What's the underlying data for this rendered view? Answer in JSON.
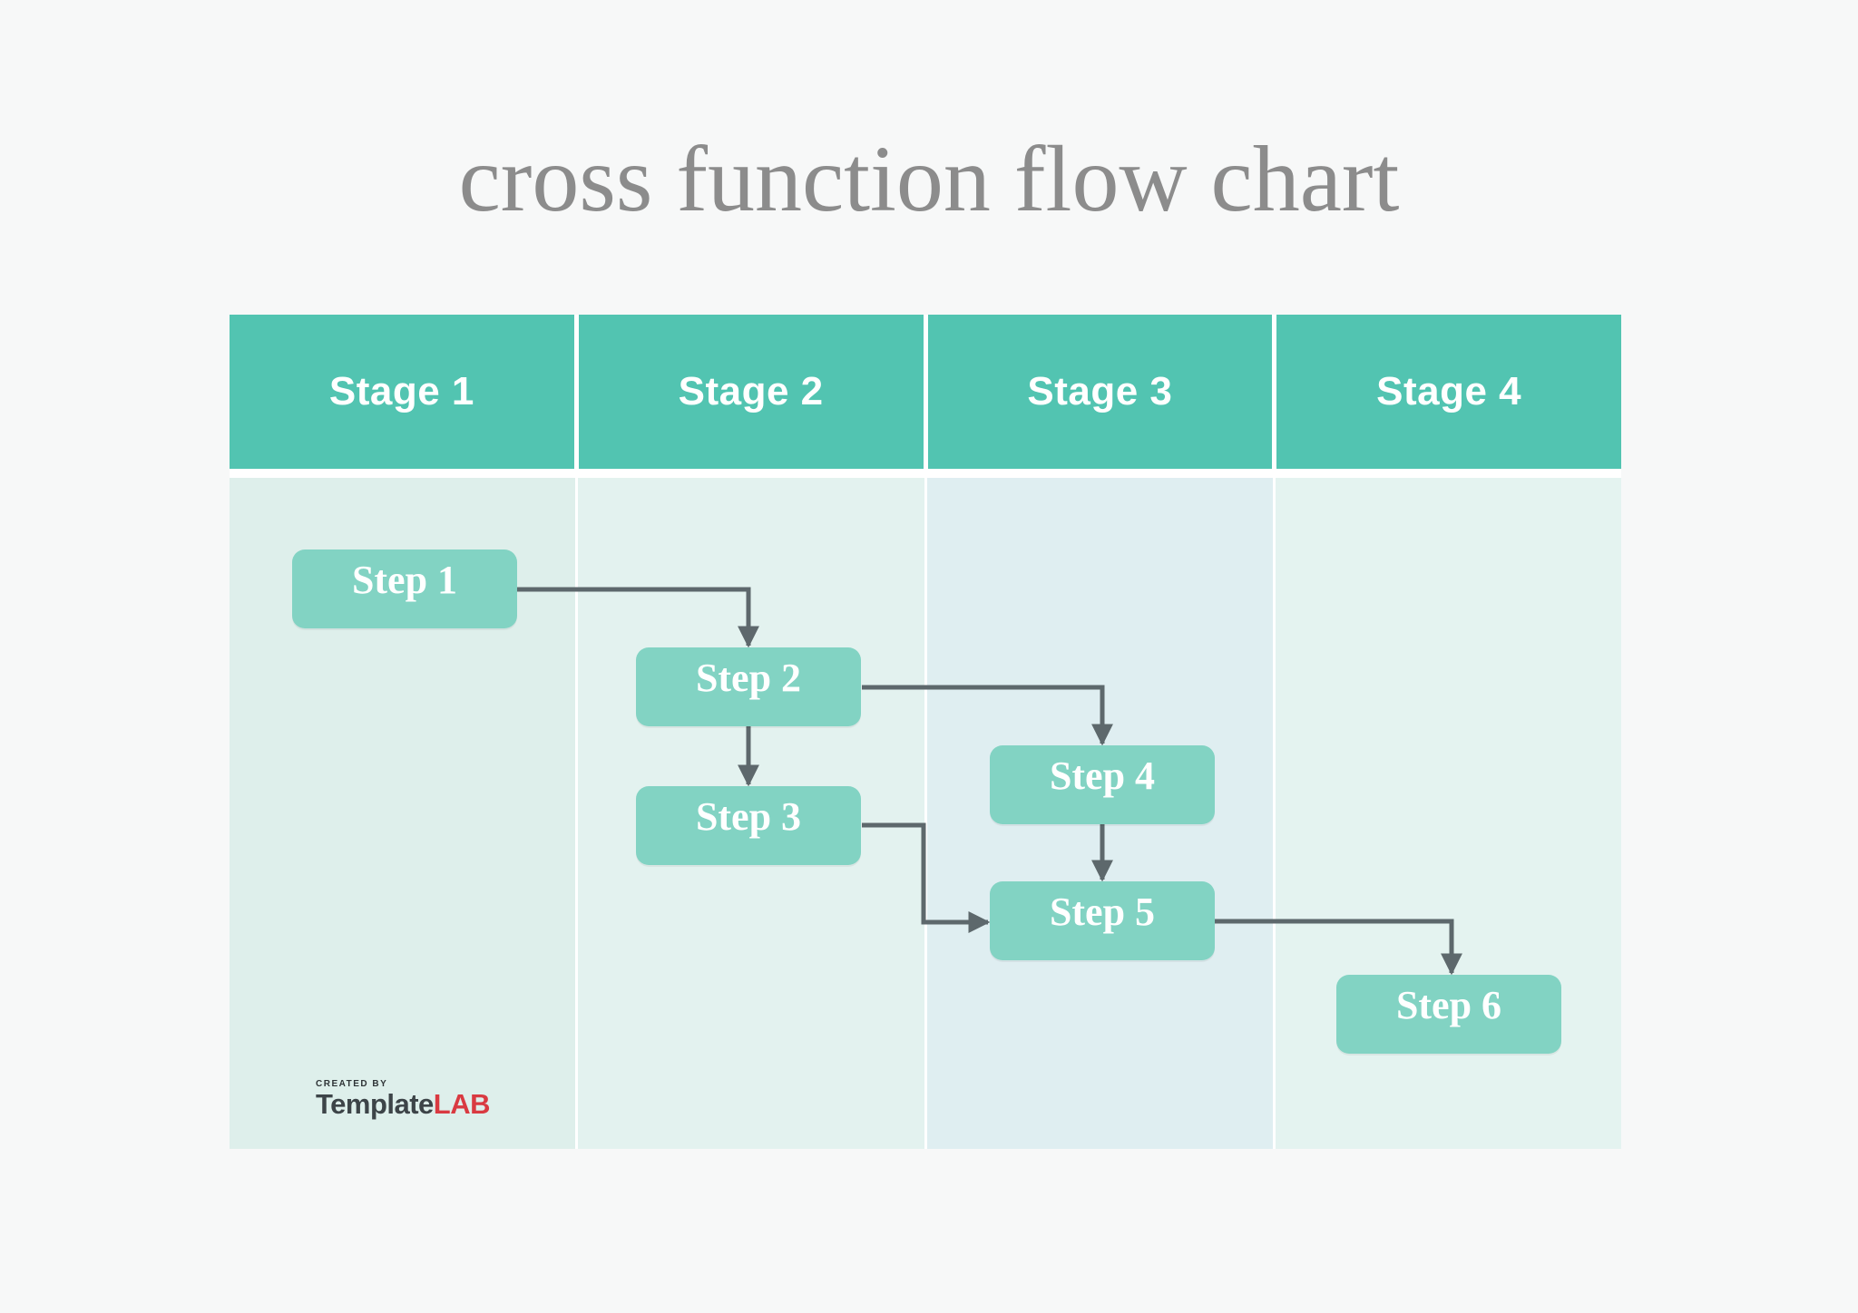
{
  "title": "cross function flow chart",
  "stages": [
    "Stage 1",
    "Stage 2",
    "Stage 3",
    "Stage 4"
  ],
  "steps": [
    {
      "label": "Step 1",
      "stage": "Stage 1"
    },
    {
      "label": "Step 2",
      "stage": "Stage 2"
    },
    {
      "label": "Step 3",
      "stage": "Stage 2"
    },
    {
      "label": "Step 4",
      "stage": "Stage 3"
    },
    {
      "label": "Step 5",
      "stage": "Stage 3"
    },
    {
      "label": "Step 6",
      "stage": "Stage 4"
    }
  ],
  "connections": [
    {
      "from": "Step 1",
      "to": "Step 2"
    },
    {
      "from": "Step 2",
      "to": "Step 3"
    },
    {
      "from": "Step 2",
      "to": "Step 4"
    },
    {
      "from": "Step 3",
      "to": "Step 5"
    },
    {
      "from": "Step 4",
      "to": "Step 5"
    },
    {
      "from": "Step 5",
      "to": "Step 6"
    }
  ],
  "logo": {
    "created_by": "CREATED BY",
    "brand": "Template",
    "brand_accent": "LAB"
  },
  "colors": {
    "page_bg": "#f7f8f8",
    "stage_header": "#52c4b1",
    "step_box": "#82d3c3",
    "lane_bg": [
      "#deefeb",
      "#e3f2ef",
      "#dfeef1",
      "#e4f3f0"
    ],
    "arrow": "#5d686c",
    "title_text": "#8c8c8c",
    "stage_text": "#ffffff",
    "step_text": "#ffffff",
    "brand_text": "#3d4448",
    "brand_accent": "#d93a41"
  }
}
